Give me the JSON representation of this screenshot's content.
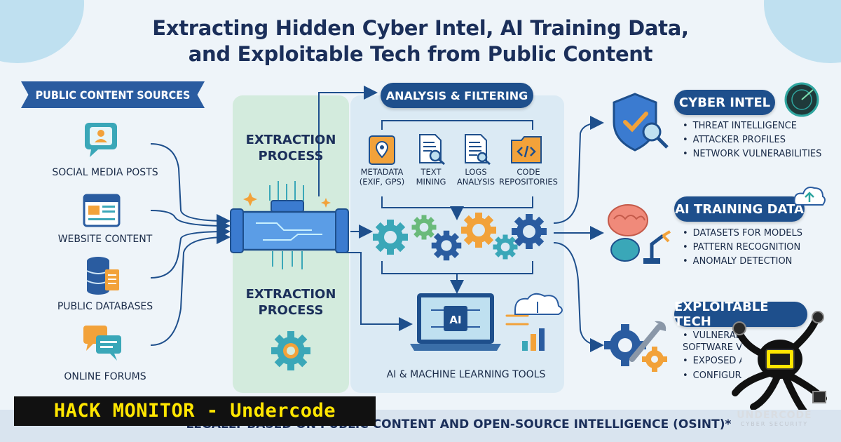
{
  "title": {
    "line1": "Extracting Hidden Cyber Intel, AI Training Data,",
    "line2": "and Exploitable Tech from Public Content"
  },
  "sources": {
    "heading": "PUBLIC CONTENT SOURCES",
    "items": [
      {
        "label": "SOCIAL MEDIA POSTS",
        "icon": "profile-icon"
      },
      {
        "label": "WEBSITE CONTENT",
        "icon": "webpage-icon"
      },
      {
        "label": "PUBLIC DATABASES",
        "icon": "database-icon"
      },
      {
        "label": "ONLINE FORUMS",
        "icon": "chat-icon"
      }
    ]
  },
  "extraction": {
    "top_label": "EXTRACTION\nPROCESS",
    "bottom_label": "EXTRACTION\nPROCESS"
  },
  "analysis": {
    "heading": "ANALYSIS & FILTERING",
    "items": [
      {
        "label": "METADATA\n(EXIF, GPS)",
        "icon": "location-file-icon"
      },
      {
        "label": "TEXT\nMINING",
        "icon": "document-search-icon"
      },
      {
        "label": "LOGS\nANALYSIS",
        "icon": "log-file-icon"
      },
      {
        "label": "CODE\nREPOSITORIES",
        "icon": "code-folder-icon"
      }
    ],
    "ai_tools_label": "AI & MACHINE LEARNING TOOLS",
    "ai_chip_text": "AI"
  },
  "outputs": [
    {
      "heading": "CYBER INTEL",
      "bullets": [
        "THREAT INTELLIGENCE",
        "ATTACKER PROFILES",
        "NETWORK VULNERABILITIES"
      ]
    },
    {
      "heading": "AI TRAINING DATA",
      "bullets": [
        "DATASETS FOR MODELS",
        "PATTERN RECOGNITION",
        "ANOMALY DETECTION"
      ]
    },
    {
      "heading": "EXPLOITABLE TECH",
      "bullets": [
        "VULNERABLE SOFTWARE VERSIONS",
        "EXPOSED APIS",
        "CONFIGURATION ERRORS"
      ]
    }
  ],
  "footer": {
    "text": "*LEGALLY BASED ON PUBLIC CONTENT AND OPEN-SOURCE INTELLIGENCE (OSINT)*",
    "banner": "HACK MONITOR - Undercode",
    "brand": "UNDERCODE",
    "brand_sub": "CYBER SECURITY"
  },
  "colors": {
    "navy": "#1b2f5a",
    "ribbon_blue": "#2a5ca0",
    "teal": "#2fa6a0",
    "orange": "#f2a23a",
    "banner_yellow": "#ffe600"
  }
}
